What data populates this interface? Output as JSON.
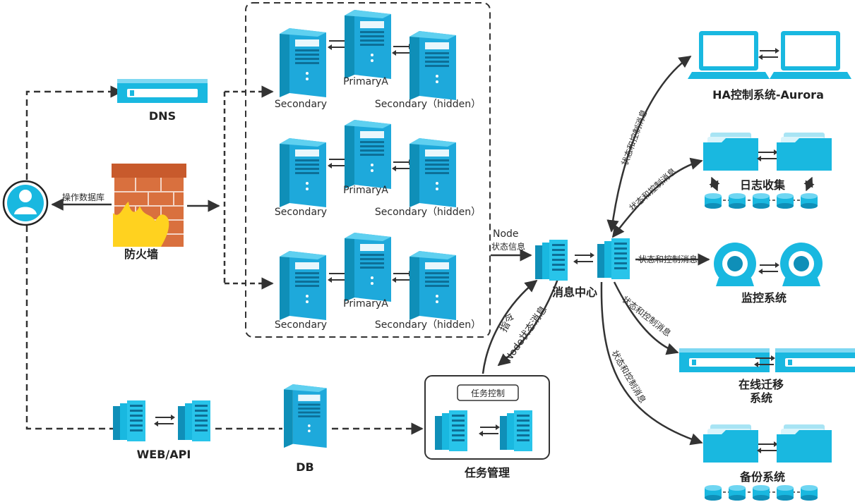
{
  "colors": {
    "cyan": "#19b8e0",
    "cyan_dark": "#0f8fb8",
    "blue": "#2f8fd0",
    "line": "#333333",
    "brick": "#c85a2c",
    "flame": "#ffd21f"
  },
  "icons": {
    "user": "user-icon",
    "server": "server-tower-icon",
    "rack": "rack-server-icon",
    "firewall": "firewall-icon",
    "laptop": "laptop-icon",
    "folder": "folder-icon",
    "camera": "camera-icon",
    "db_disk": "database-disk-icon"
  },
  "nodes": {
    "dns": "DNS",
    "firewall": "防火墙",
    "op_db": "操作数据库",
    "web_api": "WEB/API",
    "db": "DB",
    "task_mgmt": "任务管理",
    "task_ctrl": "任务控制",
    "msg_center": "消息中心",
    "ha": "HA控制系统-Aurora",
    "log": "日志收集",
    "monitor": "监控系统",
    "migrate_l1": "在线迁移",
    "migrate_l2": "系统",
    "backup": "备份系统"
  },
  "cluster": {
    "primary": "PrimaryA",
    "secondary": "Secondary",
    "hidden": "Secondary（hidden）"
  },
  "edges": {
    "node_l1": "Node",
    "node_l2": "状态信息",
    "cmd": "指令",
    "node_status": "Node状态消息",
    "ctrl_msg": "状态和控制消息"
  }
}
